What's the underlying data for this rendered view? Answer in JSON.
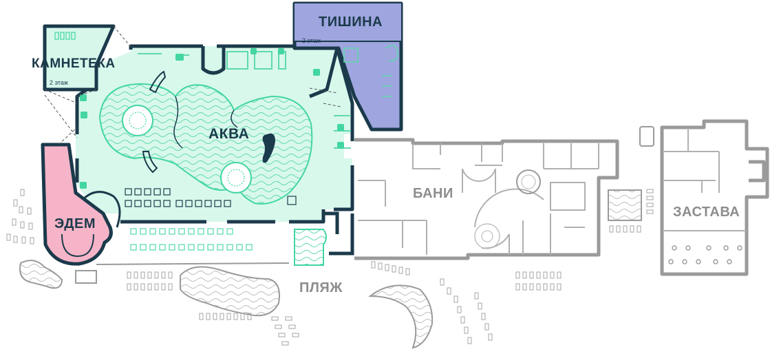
{
  "zones": {
    "kamneteka": {
      "name": "КАМНЕТЕКА",
      "floor": "2 этаж"
    },
    "tishina": {
      "name": "ТИШИНА",
      "floor": "2 этаж"
    },
    "akva": {
      "name": "АКВА"
    },
    "edem": {
      "name": "ЭДЕМ"
    },
    "bani": {
      "name": "БАНИ"
    },
    "zastava": {
      "name": "ЗАСТАВА"
    },
    "plyazh": {
      "name": "ПЛЯЖ"
    }
  },
  "colors": {
    "akva_fill": "#d6f7ea",
    "akva_line": "#42d6a0",
    "tishina_fill": "#9da4de",
    "edem_fill": "#f6b3c8",
    "wall_dark": "#1b3a4b",
    "wall_grey": "#9a9a9a",
    "detail_grey": "#b5b5b5"
  },
  "icons": [
    "wc-icon",
    "shower-icon",
    "lounger-icon",
    "table-icon"
  ]
}
